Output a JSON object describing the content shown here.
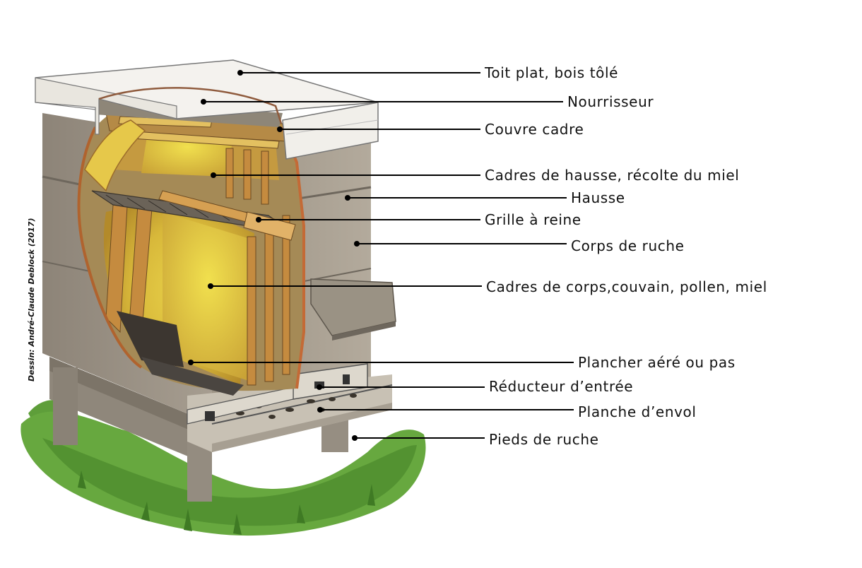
{
  "credit": "Dessin: André-Claude Deblock (2017)",
  "labels": [
    {
      "key": "toit",
      "text": "Toit plat, bois tôlé"
    },
    {
      "key": "nourrisseur",
      "text": "Nourrisseur"
    },
    {
      "key": "couvre_cadre",
      "text": "Couvre cadre"
    },
    {
      "key": "cadres_hausse",
      "text": "Cadres de hausse, récolte du miel"
    },
    {
      "key": "hausse",
      "text": "Hausse"
    },
    {
      "key": "grille",
      "text": "Grille à reine"
    },
    {
      "key": "corps",
      "text": "Corps de ruche"
    },
    {
      "key": "cadres_corps",
      "text": "Cadres de corps,couvain, pollen, miel"
    },
    {
      "key": "plancher",
      "text": "Plancher aéré ou pas"
    },
    {
      "key": "reducteur",
      "text": "Réducteur d’entrée"
    },
    {
      "key": "planche",
      "text": "Planche d’envol"
    },
    {
      "key": "pieds",
      "text": "Pieds de ruche"
    }
  ]
}
